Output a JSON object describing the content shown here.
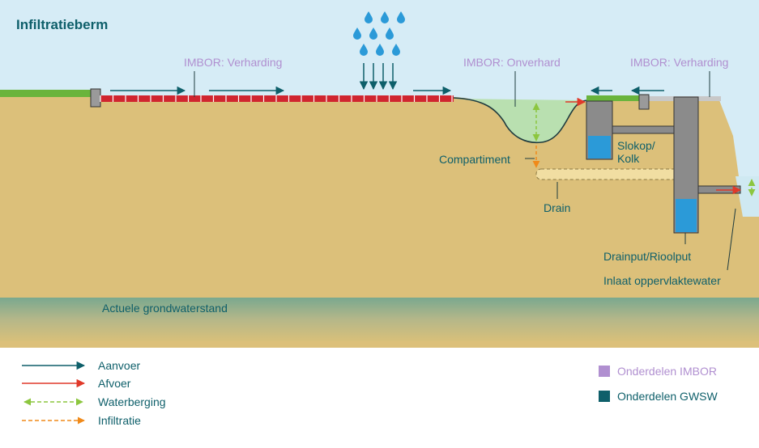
{
  "title": "Infiltratieberm",
  "labels": {
    "imbor_left": "IMBOR: Verharding",
    "imbor_mid": "IMBOR: Onverhard",
    "imbor_right": "IMBOR: Verharding",
    "compartiment": "Compartiment",
    "slokop_line1": "Slokop/",
    "slokop_line2": "Kolk",
    "drain": "Drain",
    "drainput": "Drainput/Rioolput",
    "inlaat": "Inlaat oppervlaktewater",
    "grondwater": "Actuele grondwaterstand"
  },
  "legend": {
    "aanvoer": "Aanvoer",
    "afvoer": "Afvoer",
    "waterberging": "Waterberging",
    "infiltratie": "Infiltratie",
    "imbor": "Onderdelen IMBOR",
    "gwsw": "Onderdelen GWSW"
  },
  "colors": {
    "sky": "#d6ecf6",
    "soil": "#dcc07a",
    "teal": "#0e5f6a",
    "imbor_purple": "#b08fd0",
    "brick": "#d0252f",
    "grass": "#69b43c",
    "water": "#2b9ad8",
    "orange": "#f08a1a",
    "red": "#e0392a",
    "green_dash": "#8cc63f",
    "pond": "#b9e0b0",
    "structure": "#8b8b8b"
  }
}
